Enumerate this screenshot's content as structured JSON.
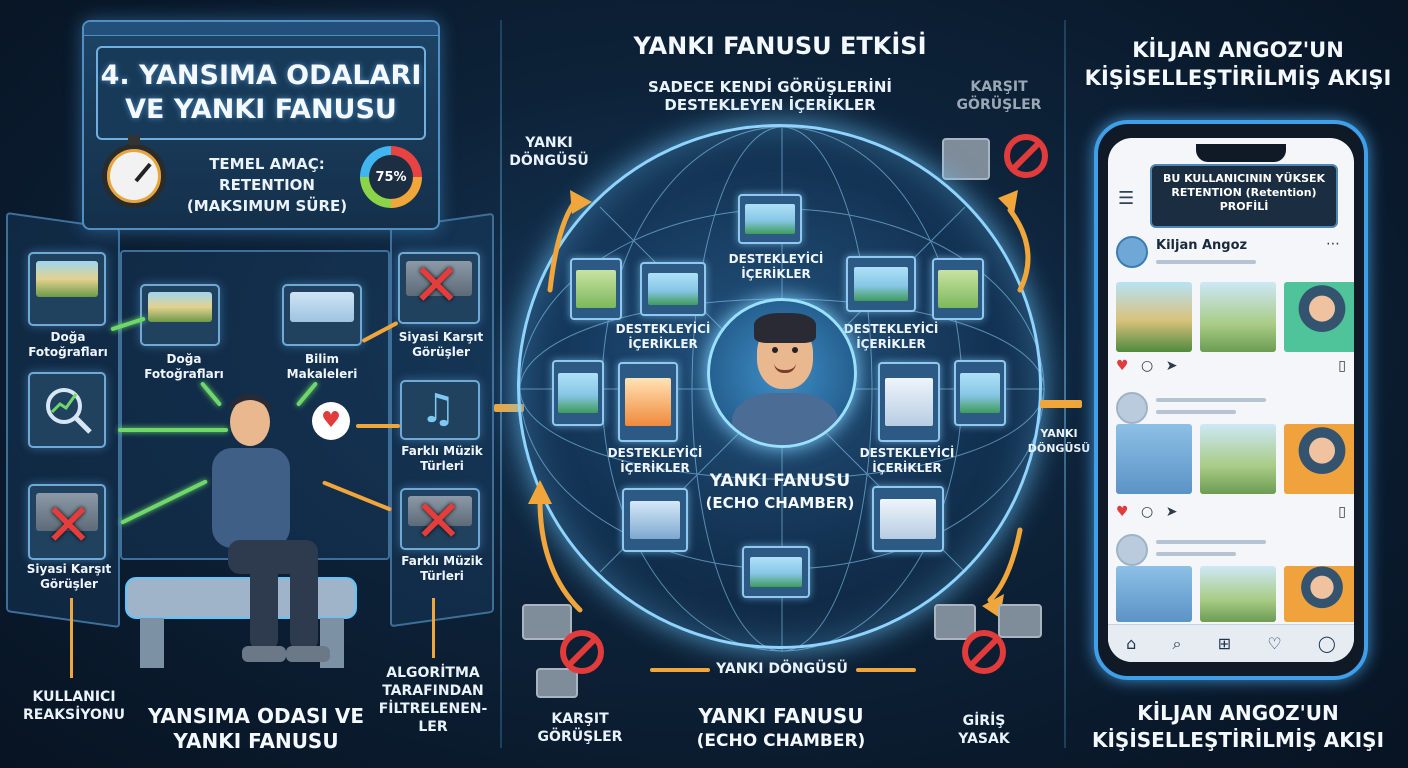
{
  "left": {
    "title_line1": "4. YANSIMA ODALARI",
    "title_line2": "VE YANKI FANUSU",
    "goal_line1": "TEMEL AMAÇ:",
    "goal_line2": "RETENTION",
    "goal_line3": "(MAKSIMUM SÜRE)",
    "gauge_value": "75%",
    "cards": {
      "nature_left": "Doğa Fotoğrafları",
      "nature_mid": "Doğa Fotoğrafları",
      "science": "Bilim Makaleleri",
      "politics_right": "Siyasi Karşıt Görüşler",
      "music_right_top": "Farklı Müzik Türleri",
      "music_right_bottom": "Farklı Müzik Türleri",
      "politics_left": "Siyasi Karşıt Görüşler"
    },
    "user_reaction": "KULLANICI REAKSİYONU",
    "algo_filtered": "ALGORİTMA TARAFINDAN FİLTRELENEN-LER",
    "bottom_title_line1": "YANSIMA ODASI VE",
    "bottom_title_line2": "YANKI FANUSU"
  },
  "center": {
    "title": "YANKI FANUSU ETKİSİ",
    "subtitle_line1": "SADECE KENDİ GÖRÜŞLERİNİ",
    "subtitle_line2": "DESTEKLEYEN İÇERİKLER",
    "opposing_top": "KARŞIT GÖRÜŞLER",
    "loop_left": "YANKI DÖNGÜSÜ",
    "supporting_1": "DESTEKLEYİCİ İÇERİKLER",
    "supporting_2": "DESTEKLEYİCİ İÇERİKLER",
    "supporting_3": "DESTEKLEYİCİ İÇERİKLER",
    "supporting_4": "DESTEKLEYİCİ İÇERİKLER",
    "supporting_5": "DESTEKLEYİCİ İÇERİKLER",
    "chamber_line1": "YANKI FANUSU",
    "chamber_line2": "(ECHO CHAMBER)",
    "loop_bottom": "YANKI DÖNGÜSÜ",
    "opposing_bottom": "KARŞIT GÖRÜŞLER",
    "bottom_title_line1": "YANKI FANUSU",
    "bottom_title_line2": "(ECHO CHAMBER)",
    "entry_banned": "GİRİŞ YASAK",
    "loop_right": "YANKI DÖNGÜSÜ"
  },
  "right": {
    "title_line1": "KİLJAN ANGOZ'UN",
    "title_line2": "KİŞİSELLEŞTİRİLMİŞ AKIŞI",
    "tooltip_line1": "BU KULLANICININ YÜKSEK",
    "tooltip_line2": "RETENTION (Retention)",
    "tooltip_line3": "PROFİLİ",
    "profile_name": "Kiljan Angoz",
    "bottom_title_line1": "KİLJAN ANGOZ'UN",
    "bottom_title_line2": "KİŞİSELLEŞTİRİLMİŞ AKIŞI"
  },
  "icons": [
    "stopwatch-icon",
    "gauge-icon",
    "heart-icon",
    "music-note-icon",
    "ban-icon",
    "menu-icon",
    "search-icon",
    "home-icon",
    "add-icon",
    "bookmark-icon",
    "send-icon",
    "comment-icon"
  ],
  "colors": {
    "accent": "#8fd3ff",
    "arrow_green": "#6fd86b",
    "arrow_orange": "#f0a63a",
    "ban_red": "#e23b3b"
  }
}
